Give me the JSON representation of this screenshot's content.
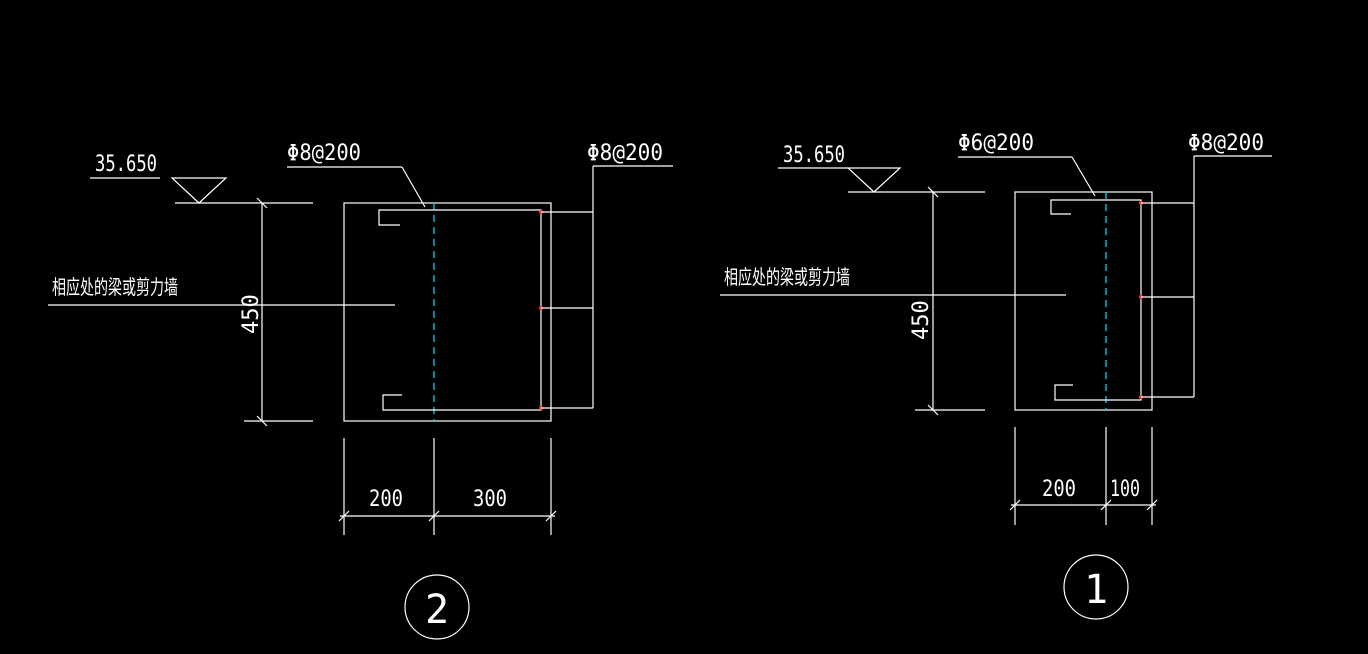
{
  "detail_2": {
    "elevation": "35.650",
    "rebar_left": "Φ8@200",
    "rebar_right": "Φ8@200",
    "note": "相应处的梁或剪力墙",
    "height_dim": "450",
    "width_dim_left": "200",
    "width_dim_right": "300",
    "label": "2"
  },
  "detail_1": {
    "elevation": "35.650",
    "rebar_left": "Φ6@200",
    "rebar_right": "Φ8@200",
    "note": "相应处的梁或剪力墙",
    "height_dim": "450",
    "width_dim_left": "200",
    "width_dim_right": "100",
    "label": "1"
  },
  "colors": {
    "background": "#000000",
    "lines": "#ffffff",
    "centerline": "#00c8d8",
    "rebar_dots": "#ff3030"
  }
}
